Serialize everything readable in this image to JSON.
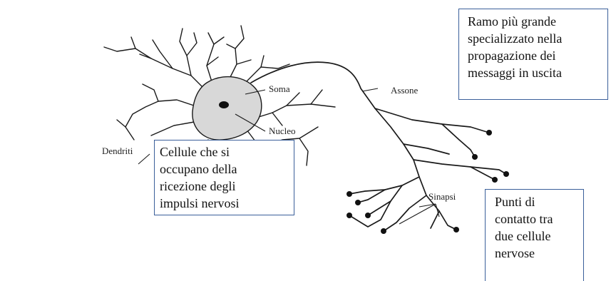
{
  "diagram": {
    "labels": {
      "soma": "Soma",
      "nucleus": "Nucleo",
      "axon": "Assone",
      "dendrites": "Dendriti",
      "synapses": "Sinapsi"
    },
    "notes": {
      "axon_lines": [
        "Ramo più grande",
        "specializzato nella",
        "propagazione dei",
        "messaggi in uscita"
      ],
      "dendrites_lines": [
        "Cellule che si",
        "occupano della",
        "ricezione degli",
        "impulsi nervosi"
      ],
      "synapses_lines": [
        "Punti di",
        "contatto tra",
        "due cellule",
        "nervose"
      ]
    },
    "colors": {
      "line": "#1a1a1a",
      "soma_fill": "#d8d8d8",
      "nucleus_fill": "#111111",
      "box_border": "#3a5f9a"
    }
  }
}
